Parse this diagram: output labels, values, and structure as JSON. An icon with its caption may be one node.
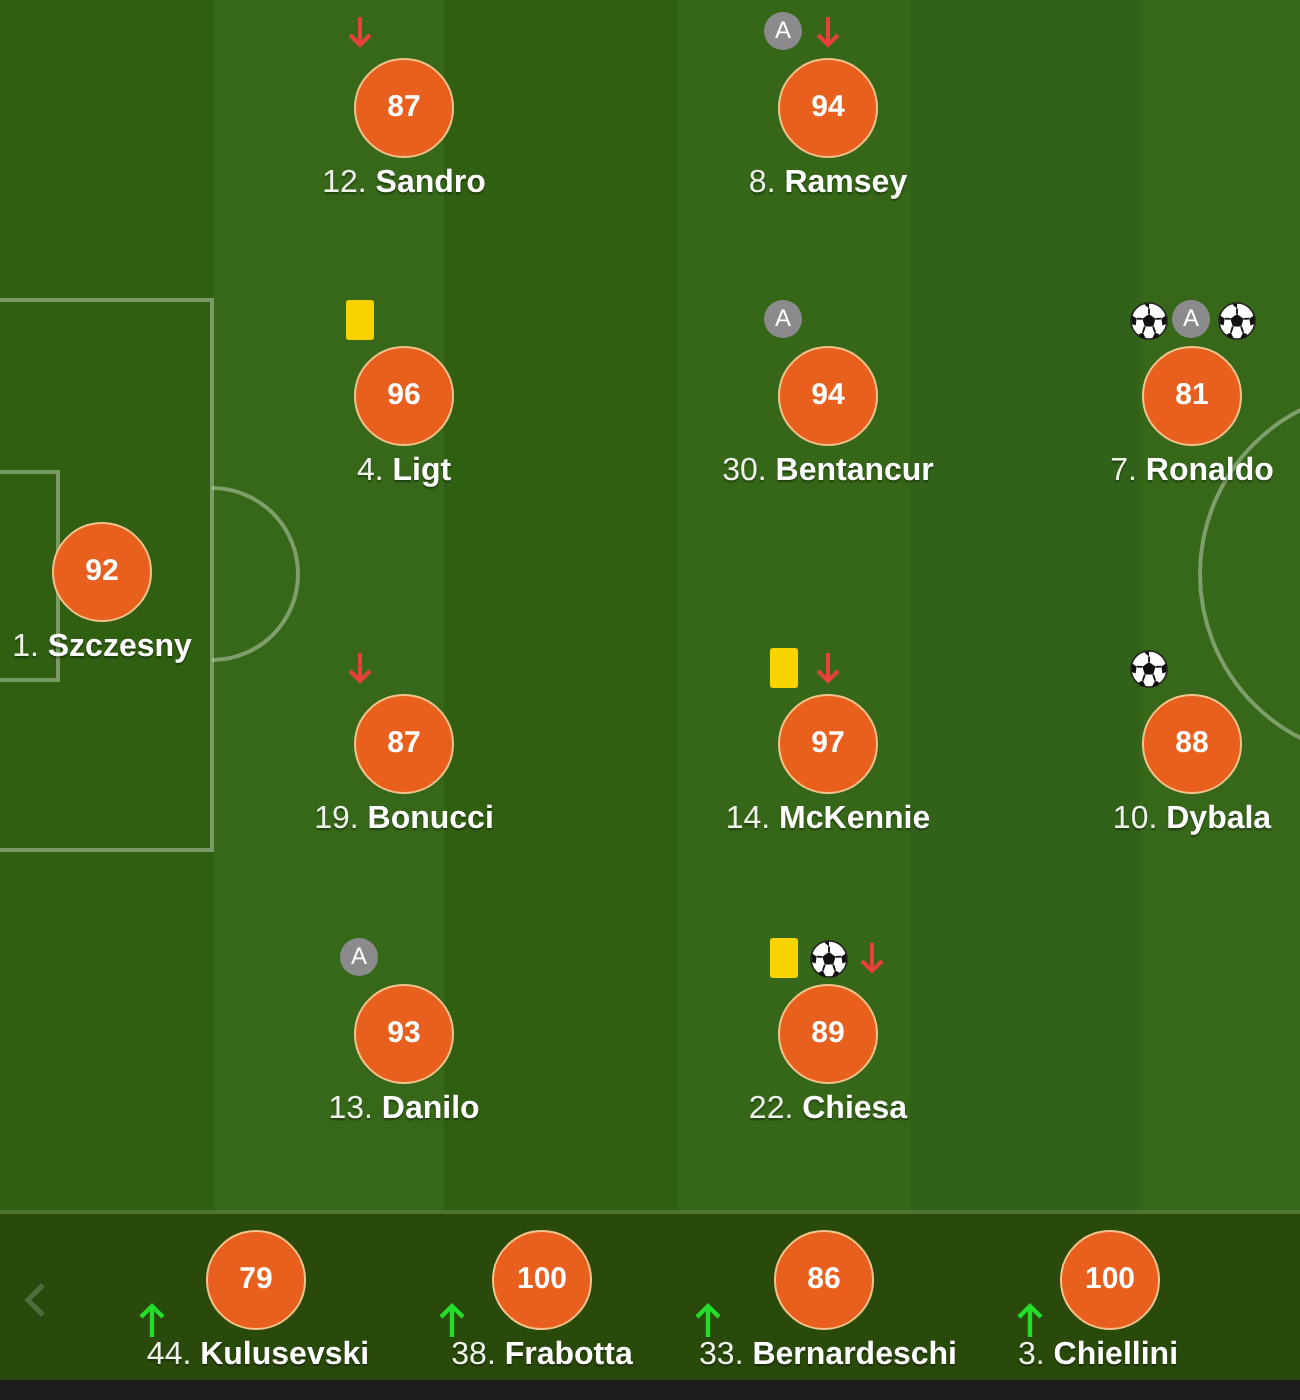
{
  "diagram": {
    "nodes": [
      {
        "text": [
          "87"
        ],
        "beside": [
          "12. **Sandro**"
        ]
      },
      {
        "text": [
          "94"
        ],
        "beside": [
          "A",
          "8. **Ramsey**"
        ]
      },
      {
        "text": [
          "96"
        ],
        "beside": [
          "4. **Ligt**"
        ]
      },
      {
        "text": [
          "94"
        ],
        "beside": [
          "A",
          "30. **Bentancur**"
        ]
      },
      {
        "text": [
          "81"
        ],
        "beside": [
          "A",
          "7. **Ronaldo**"
        ]
      },
      {
        "text": [
          "92"
        ],
        "beside": [
          "1. **Szczesny**"
        ]
      },
      {
        "text": [
          "87"
        ],
        "beside": [
          "19. **Bonucci**"
        ]
      },
      {
        "text": [
          "97"
        ],
        "beside": [
          "14. **McKennie**"
        ]
      },
      {
        "text": [
          "88"
        ],
        "beside": [
          "10. **Dybala**"
        ]
      },
      {
        "text": [
          "93"
        ],
        "beside": [
          "A",
          "13. **Danilo**"
        ]
      },
      {
        "text": [
          "89"
        ],
        "beside": [
          "22. **Chiesa**"
        ]
      },
      {
        "text": [
          "79"
        ],
        "beside": [
          "44. **Kulusevski**"
        ]
      },
      {
        "text": [
          "100"
        ],
        "beside": [
          "38. **Frabotta**"
        ]
      },
      {
        "text": [
          "86"
        ],
        "beside": [
          "33. **Bernardeschi**"
        ]
      },
      {
        "text": [
          "100"
        ],
        "beside": [
          "3. **Chiellini**"
        ]
      }
    ]
  }
}
